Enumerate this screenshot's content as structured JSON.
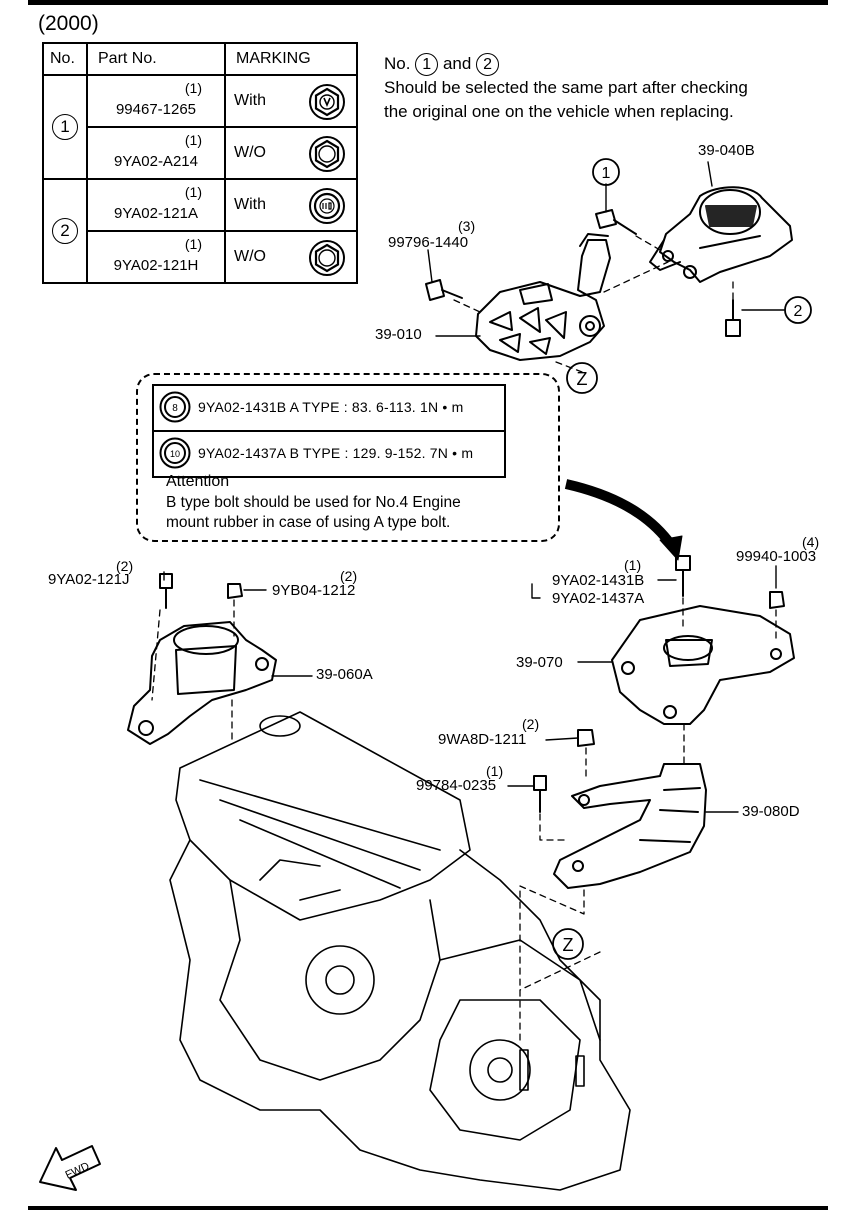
{
  "year": "(2000)",
  "table": {
    "headers": [
      "No.",
      "Part No.",
      "MARKING"
    ],
    "groups": [
      {
        "no": "1",
        "rows": [
          {
            "qty": "(1)",
            "part_no": "99467-1265",
            "marking": "With"
          },
          {
            "qty": "(1)",
            "part_no": "9YA02-A214",
            "marking": "W/O"
          }
        ]
      },
      {
        "no": "2",
        "rows": [
          {
            "qty": "(1)",
            "part_no": "9YA02-121A",
            "marking": "With"
          },
          {
            "qty": "(1)",
            "part_no": "9YA02-121H",
            "marking": "W/O"
          }
        ]
      }
    ]
  },
  "note": {
    "prefix": "No.",
    "n1": "1",
    "conj": "and",
    "n2": "2",
    "line2": "Should be selected the same part after checking",
    "line3": "the original one on the vehicle when replacing."
  },
  "bolts": [
    {
      "marking": "8",
      "text": "9YA02-1431B  A TYPE : 83. 6-113. 1N • m"
    },
    {
      "marking": "10",
      "text": "9YA02-1437A  B TYPE : 129. 9-152. 7N • m"
    }
  ],
  "attention": {
    "title": "Attention",
    "line1": "B type bolt should be used for No.4 Engine",
    "line2": "mount rubber in case of using A type bolt."
  },
  "callouts": {
    "c_39_040B": "39-040B",
    "c_99796_1440": "99796-1440",
    "q_99796_1440": "(3)",
    "c_39_010": "39-010",
    "c_circle1": "1",
    "c_circle2": "2",
    "c_z_top": "Z",
    "c_z_bottom": "Z",
    "c_9YA02_121J": "9YA02-121J",
    "q_9YA02_121J": "(2)",
    "c_9YB04_1212": "9YB04-1212",
    "q_9YB04_1212": "(2)",
    "c_39_060A": "39-060A",
    "c_9YA02_1431B": "9YA02-1431B",
    "c_9YA02_1437A": "9YA02-1437A",
    "q_9YA02_1431B": "(1)",
    "c_99940_1003": "99940-1003",
    "q_99940_1003": "(4)",
    "c_39_070": "39-070",
    "c_9WA8D_1211": "9WA8D-1211",
    "q_9WA8D_1211": "(2)",
    "c_99784_0235": "99784-0235",
    "q_99784_0235": "(1)",
    "c_39_080D": "39-080D",
    "fwd": "FWD"
  }
}
